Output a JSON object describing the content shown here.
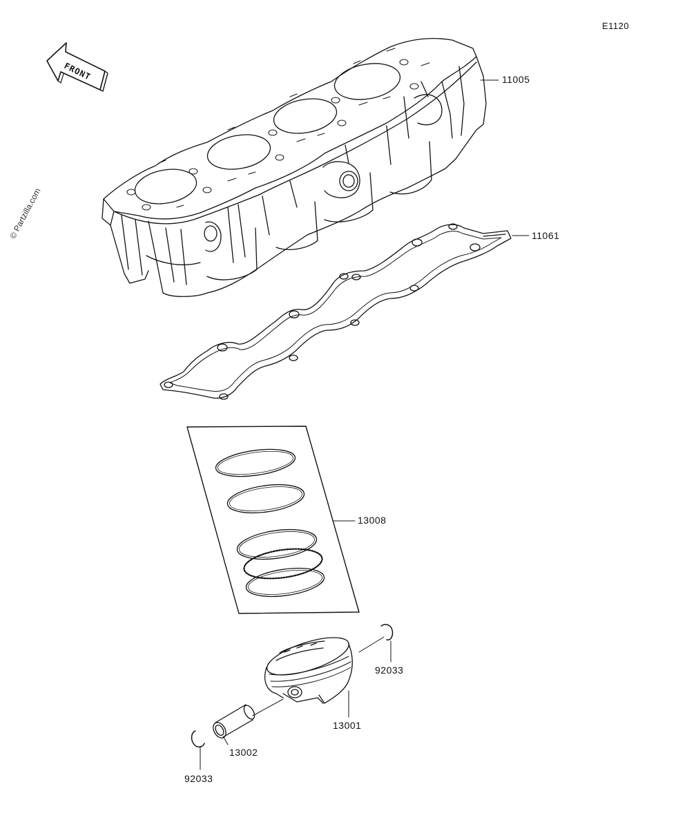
{
  "diagram_code": "E1120",
  "watermark": "© Partzilla.com",
  "front_arrow_label": "FRONT",
  "parts": {
    "cylinder": "11005",
    "gasket": "11061",
    "ring_set": "13008",
    "snap_ring_upper": "92033",
    "piston": "13001",
    "piston_pin": "13002",
    "snap_ring_lower": "92033"
  },
  "colors": {
    "line": "#111111",
    "background": "#ffffff"
  }
}
